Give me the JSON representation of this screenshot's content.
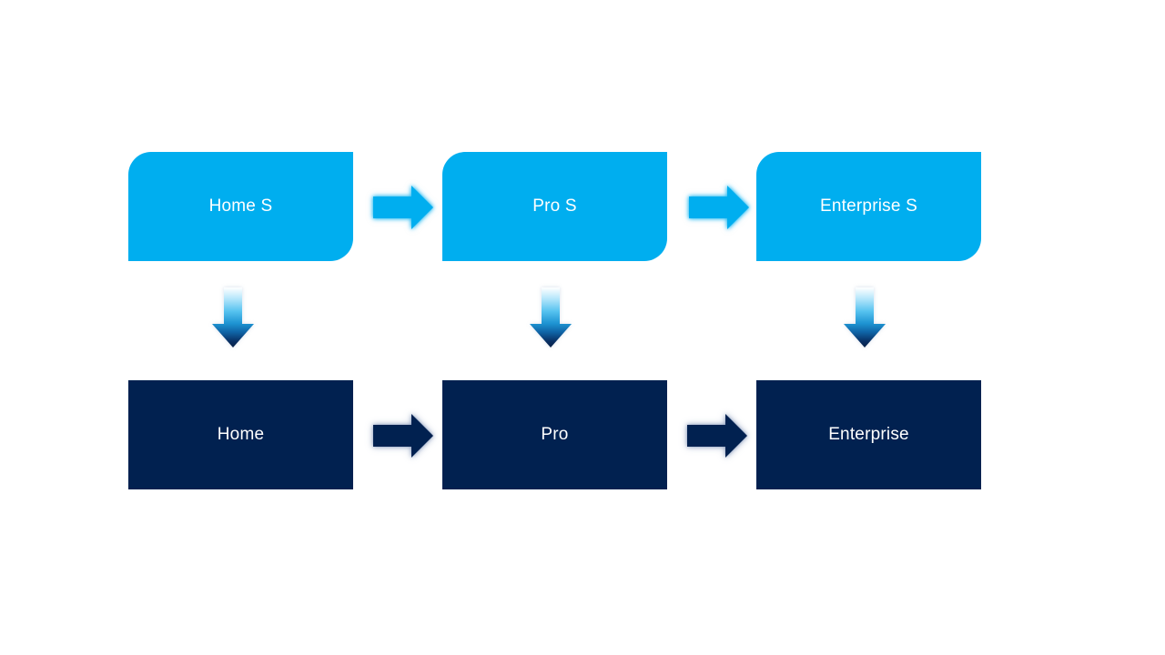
{
  "slide": {
    "colors": {
      "canvas_background": "#ffffff",
      "tier_top_fill": "#00aeef",
      "tier_bottom_fill": "#012150",
      "label_text": "#ffffff"
    },
    "columns": [
      {
        "top": "Home S",
        "bottom": "Home"
      },
      {
        "top": "Pro S",
        "bottom": "Pro"
      },
      {
        "top": "Enterprise S",
        "bottom": "Enterprise"
      }
    ],
    "icons": {
      "horizontal_connector": "right-arrow-icon",
      "vertical_connector": "down-arrow-icon"
    }
  }
}
